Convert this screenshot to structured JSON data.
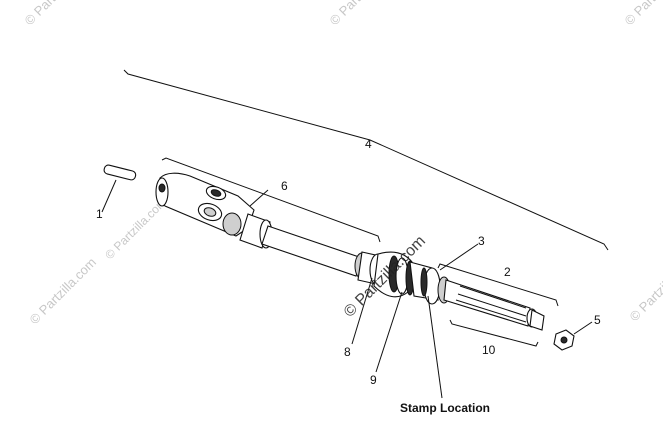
{
  "watermark": {
    "text": "© Partzilla.com",
    "color": "#9a9a9a"
  },
  "callouts": {
    "c1": "1",
    "c2": "2",
    "c3": "3",
    "c4": "4",
    "c5": "5",
    "c6": "6",
    "c8": "8",
    "c9": "9",
    "c10": "10"
  },
  "stamp_location_label": "Stamp Location",
  "colors": {
    "line": "#111111",
    "background": "#ffffff"
  }
}
